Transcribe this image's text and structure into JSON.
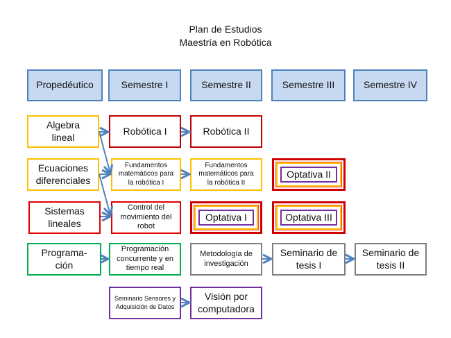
{
  "title": {
    "line1": "Plan de Estudios",
    "line2": "Maestría en Robótica"
  },
  "headers": [
    "Propedéutico",
    "Semestre I",
    "Semestre II",
    "Semestre III",
    "Semestre IV"
  ],
  "courses": {
    "algebra": "Algebra lineal",
    "robotica1": "Robótica I",
    "robotica2": "Robótica II",
    "ecuaciones": "Ecuaciones diferenciales",
    "fund1": "Fundamentos matemáticos para la robótica I",
    "fund2": "Fundamentos matemáticos para la robótica II",
    "opt2": "Optativa II",
    "sistemas": "Sistemas lineales",
    "control": "Control del movimiento del robot",
    "opt1": "Optativa I",
    "opt3": "Optativa III",
    "programacion": "Programa-ción",
    "prog_conc": "Programación concurrente y en tiempo real",
    "metodologia": "Metodología de investigación",
    "sem_tesis1": "Seminario de tesis I",
    "sem_tesis2": "Seminario de tesis II",
    "sem_sensores": "Seminario Sensores y Adquisición de Datos",
    "vision": "Visión por computadora"
  },
  "colors": {
    "header_fill": "#C6D9F1",
    "header_border": "#4F81BD",
    "arrow": "#4F81BD",
    "yellow": "#FFC000",
    "red": "#E00000",
    "green": "#00B050",
    "gray": "#7F7F7F",
    "purple": "#7030A0"
  }
}
